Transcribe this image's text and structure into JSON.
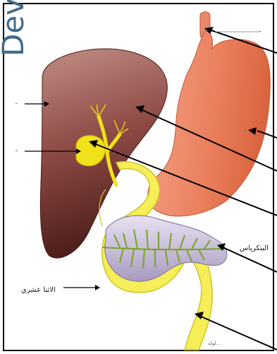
{
  "watermark": "Dev",
  "labels": {
    "pancreas": "البنكرياس",
    "duodenum": "الاثنا عشري",
    "bottom_caption": "لوله..."
  },
  "colors": {
    "liver": "#9b5a55",
    "liver_dark": "#5e2a25",
    "stomach": "#e77a55",
    "gallbladder": "#f1e11a",
    "bile_duct": "#f7ef3c",
    "duodenum": "#f6ee58",
    "pancreas": "#c8c0dc",
    "pancreatic_duct": "#7aa21f",
    "frame": "#111111",
    "pointer": "#000000",
    "watermark": "#3f6a8a"
  }
}
